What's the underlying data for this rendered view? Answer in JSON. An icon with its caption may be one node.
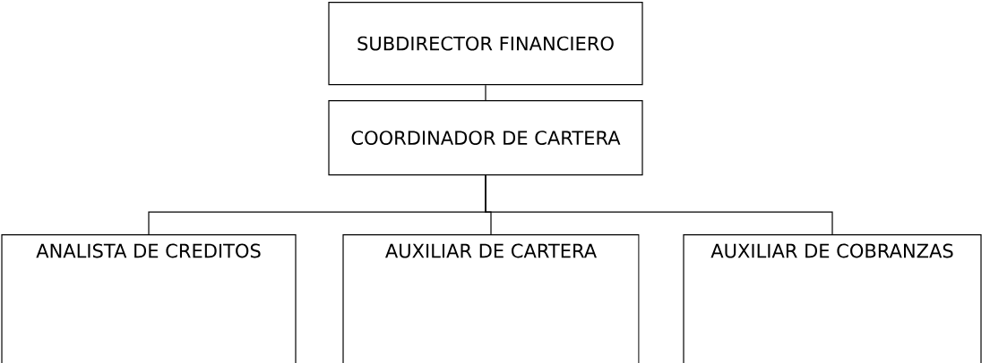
{
  "diagram": {
    "nodes": [
      {
        "text": [
          "SUBDIRECTOR FINANCIERO"
        ]
      },
      {
        "text": [
          "COORDINADOR DE CARTERA"
        ]
      },
      {
        "text": [
          "ANALISTA DE CREDITOS"
        ]
      },
      {
        "text": [
          "AUXILIAR DE CARTERA"
        ]
      },
      {
        "text": [
          "AUXILIAR DE COBRANZAS"
        ]
      }
    ],
    "edges": [
      {
        "from": 0,
        "to": 1,
        "arrow": "none"
      },
      {
        "from": 1,
        "to": 2,
        "arrow": "none"
      },
      {
        "from": 1,
        "to": 3,
        "arrow": "none"
      },
      {
        "from": 1,
        "to": 4,
        "arrow": "none"
      }
    ]
  }
}
